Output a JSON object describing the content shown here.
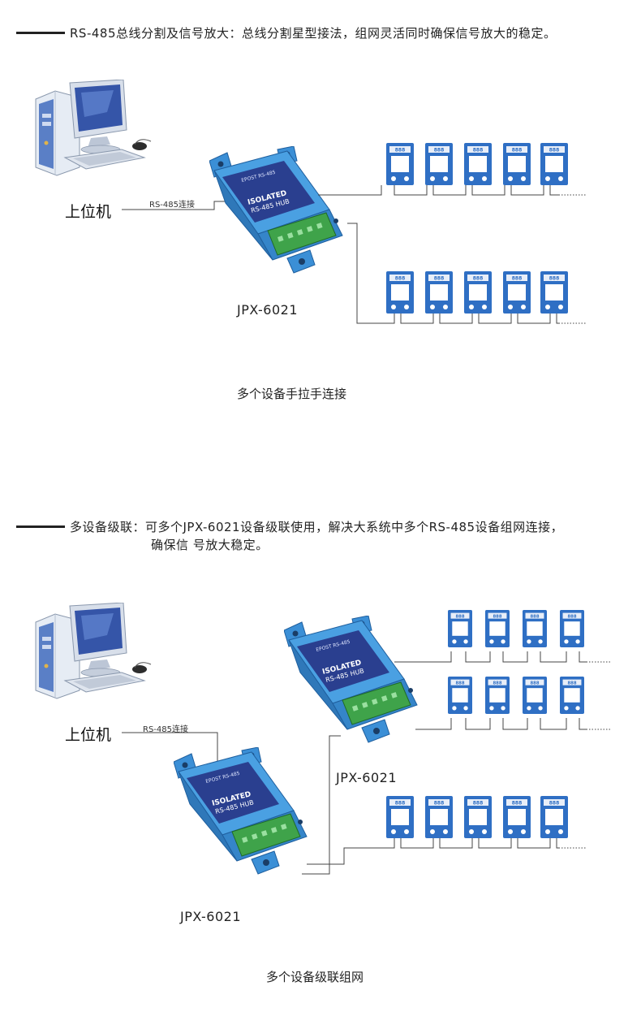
{
  "section1": {
    "heading": "RS-485总线分割及信号放大：总线分割星型接法，组网灵活同时确保信号放大的稳定。",
    "host_label": "上位机",
    "link_label": "RS-485连接",
    "device_label": "JPX-6021",
    "caption": "多个设备手拉手连接"
  },
  "section2": {
    "heading_line1": "多设备级联：可多个JPX-6021设备级联使用，解决大系统中多个RS-485设备组网连接，",
    "heading_line2": "确保信 号放大稳定。",
    "host_label": "上位机",
    "link_label": "RS-485连接",
    "device_label_upper": "JPX-6021",
    "device_label_lower": "JPX-6021",
    "caption": "多个设备级联组网"
  },
  "device_face": {
    "brand_text": "EPOST RS-485",
    "title_line1": "ISOLATED",
    "title_line2": "RS-485 HUB"
  },
  "colors": {
    "device_blue": "#3b8fd6",
    "device_panel": "#2a3f8f",
    "terminal_green": "#3fa34a",
    "node_blue": "#2f6fc4",
    "wire": "#444444"
  },
  "icons": {
    "host": "desktop-computer-icon",
    "hub": "rs485-hub-device-icon",
    "node": "rs485-node-device-icon"
  }
}
